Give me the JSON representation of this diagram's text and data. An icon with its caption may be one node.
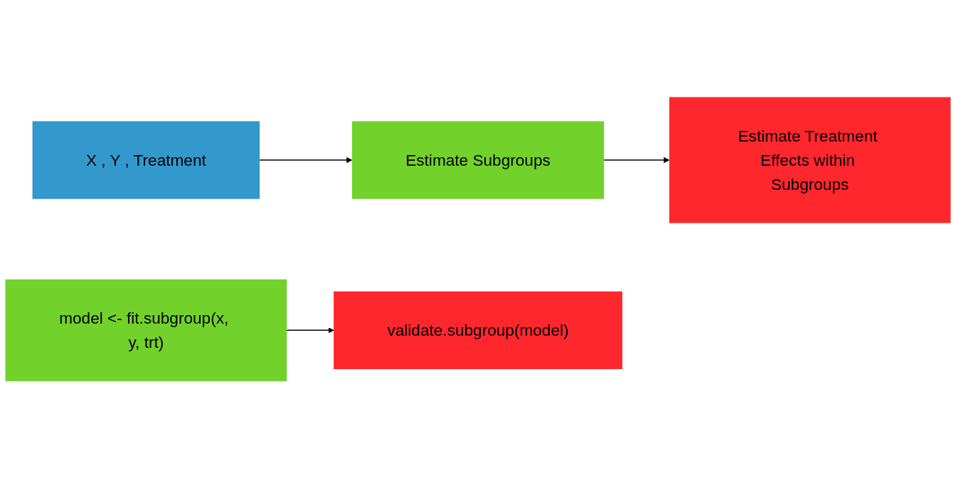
{
  "diagram": {
    "nodes": [
      {
        "text": [
          "X , Y , Treatment"
        ]
      },
      {
        "text": [
          "Estimate Subgroups"
        ]
      },
      {
        "text": [
          "Estimate Treatment Effects within Subgroups"
        ]
      },
      {
        "text": [
          "model <- fit.subgroup(x, y, trt)"
        ]
      },
      {
        "text": [
          "validate.subgroup(model)"
        ]
      }
    ],
    "edges": [
      {
        "from": 0,
        "to": 1,
        "arrow": "to"
      },
      {
        "from": 1,
        "to": 2,
        "arrow": "to"
      },
      {
        "from": 3,
        "to": 4,
        "arrow": "to"
      }
    ]
  }
}
